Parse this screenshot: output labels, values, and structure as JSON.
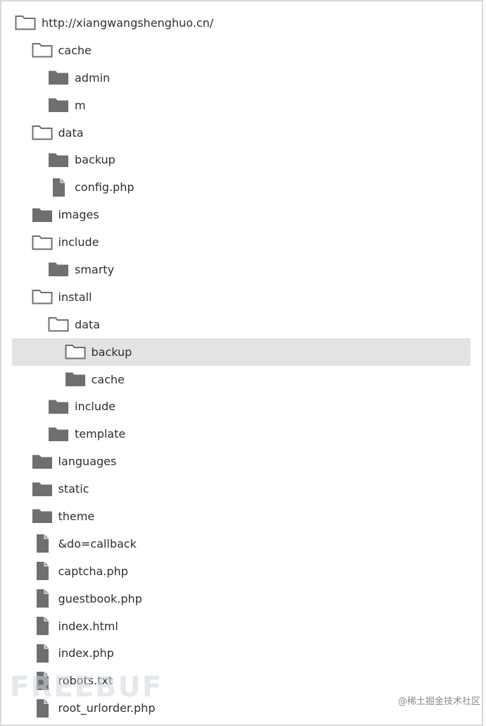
{
  "tree": {
    "items": [
      {
        "label": "http://xiangwangshenghuo.cn/",
        "type": "folder-open",
        "depth": 0
      },
      {
        "label": "cache",
        "type": "folder-open",
        "depth": 1
      },
      {
        "label": "admin",
        "type": "folder",
        "depth": 2
      },
      {
        "label": "m",
        "type": "folder",
        "depth": 2
      },
      {
        "label": "data",
        "type": "folder-open",
        "depth": 1
      },
      {
        "label": "backup",
        "type": "folder",
        "depth": 2
      },
      {
        "label": "config.php",
        "type": "file",
        "depth": 2
      },
      {
        "label": "images",
        "type": "folder",
        "depth": 1
      },
      {
        "label": "include",
        "type": "folder-open",
        "depth": 1
      },
      {
        "label": "smarty",
        "type": "folder",
        "depth": 2
      },
      {
        "label": "install",
        "type": "folder-open",
        "depth": 1
      },
      {
        "label": "data",
        "type": "folder-open",
        "depth": 2
      },
      {
        "label": "backup",
        "type": "folder-open",
        "depth": 3,
        "selected": true
      },
      {
        "label": "cache",
        "type": "folder",
        "depth": 3
      },
      {
        "label": "include",
        "type": "folder",
        "depth": 2
      },
      {
        "label": "template",
        "type": "folder",
        "depth": 2
      },
      {
        "label": "languages",
        "type": "folder",
        "depth": 1
      },
      {
        "label": "static",
        "type": "folder",
        "depth": 1
      },
      {
        "label": "theme",
        "type": "folder",
        "depth": 1
      },
      {
        "label": "&do=callback",
        "type": "file",
        "depth": 1
      },
      {
        "label": "captcha.php",
        "type": "file",
        "depth": 1
      },
      {
        "label": "guestbook.php",
        "type": "file",
        "depth": 1
      },
      {
        "label": "index.html",
        "type": "file",
        "depth": 1
      },
      {
        "label": "index.php",
        "type": "file",
        "depth": 1
      },
      {
        "label": "robots.txt",
        "type": "file",
        "depth": 1
      },
      {
        "label": "root_urlorder.php",
        "type": "file",
        "depth": 1
      }
    ]
  },
  "colors": {
    "icon": "#6f6f6f",
    "text": "#2f2f2f",
    "selected_bg": "#e3e3e3"
  },
  "watermark": "FREEBUF",
  "credit": "@稀土掘金技术社区"
}
